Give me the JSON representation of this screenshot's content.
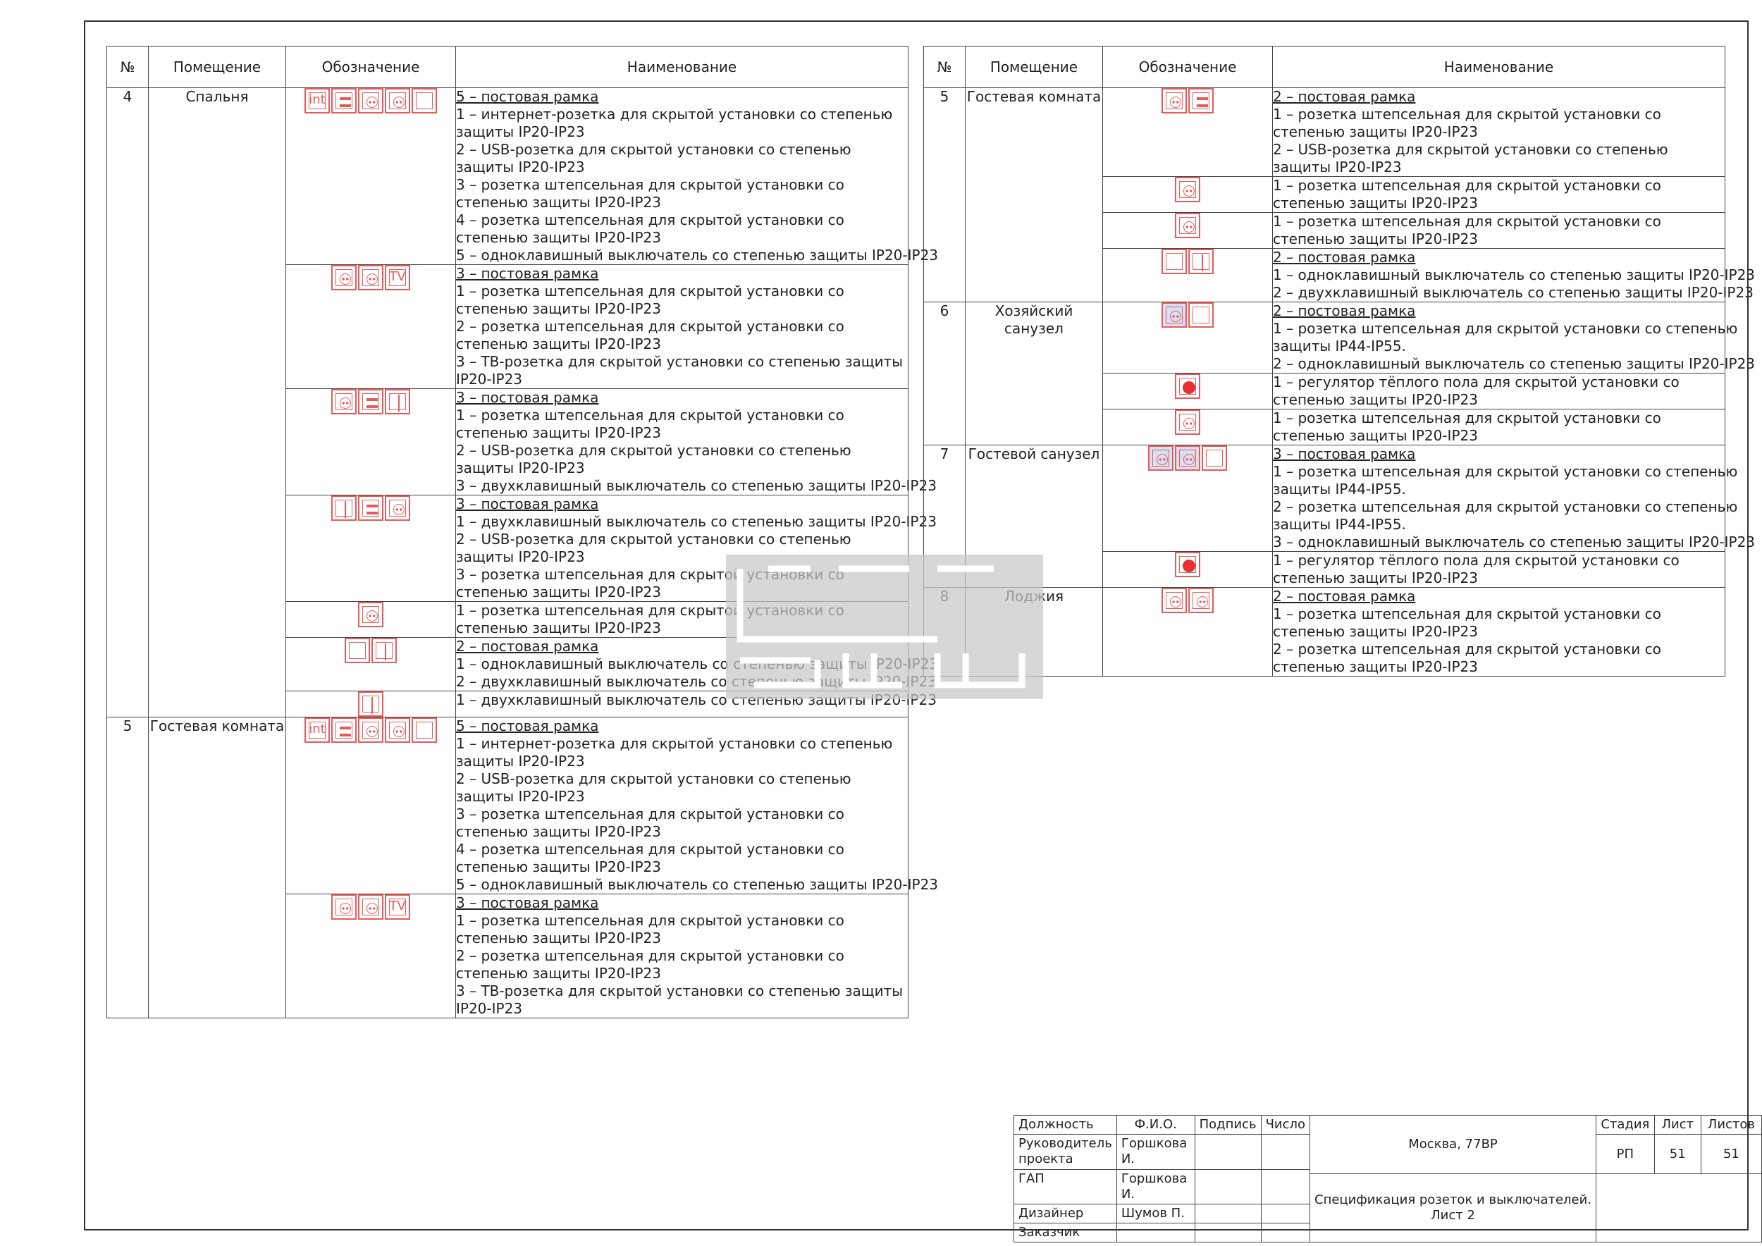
{
  "headers": {
    "num": "№",
    "room": "Помещение",
    "sym": "Обозначение",
    "name": "Наименование"
  },
  "left": [
    {
      "num": "4",
      "room": "Спальня",
      "items": [
        {
          "sym": [
            "int",
            "usb",
            "sock",
            "sock",
            "sw1"
          ],
          "lines": [
            "5 – постовая рамка",
            "1 – интернет-розетка для скрытой установки со степенью",
            "защиты IP20-IP23",
            "2 – USB-розетка для скрытой установки со степенью",
            "защиты IP20-IP23",
            "3 – розетка штепсельная для скрытой установки со",
            "степенью защиты IP20-IP23",
            "4 – розетка штепсельная для скрытой установки со",
            "степенью защиты IP20-IP23",
            "5 – одноклавишный выключатель со степенью защиты IP20-IP23"
          ]
        },
        {
          "sym": [
            "sock",
            "sock",
            "tv"
          ],
          "lines": [
            "3 – постовая рамка",
            "1 – розетка штепсельная для скрытой установки со",
            "степенью защиты IP20-IP23",
            "2 – розетка штепсельная для скрытой установки со",
            "степенью защиты IP20-IP23",
            "3 – ТВ-розетка для скрытой установки со степенью защиты",
            "IP20-IP23"
          ]
        },
        {
          "sym": [
            "sock",
            "usb",
            "sw2"
          ],
          "lines": [
            "3 – постовая рамка",
            "1 – розетка штепсельная для скрытой установки со",
            "степенью защиты IP20-IP23",
            "2 – USB-розетка для скрытой установки со степенью",
            "защиты IP20-IP23",
            "3 – двухклавишный выключатель со степенью защиты IP20-IP23"
          ]
        },
        {
          "sym": [
            "sw2",
            "usb",
            "sock"
          ],
          "lines": [
            "3 – постовая рамка",
            "1 – двухклавишный выключатель со степенью защиты IP20-IP23",
            "2 – USB-розетка для скрытой установки со степенью",
            "защиты IP20-IP23",
            "3 – розетка штепсельная для скрытой установки со",
            "степенью защиты IP20-IP23"
          ]
        },
        {
          "sym": [
            "sock"
          ],
          "lines": [
            "1 – розетка штепсельная для скрытой установки со",
            "степенью защиты IP20-IP23"
          ]
        },
        {
          "sym": [
            "sw1",
            "sw2"
          ],
          "lines": [
            "2 – постовая рамка",
            "1 – одноклавишный выключатель со степенью защиты IP20-IP23",
            "2 – двухклавишный выключатель со степенью защиты IP20-IP23"
          ]
        },
        {
          "sym": [
            "sw2"
          ],
          "lines": [
            "1 – двухклавишный выключатель со степенью защиты IP20-IP23"
          ]
        }
      ]
    },
    {
      "num": "5",
      "room": "Гостевая комната",
      "items": [
        {
          "sym": [
            "int",
            "usb",
            "sock",
            "sock",
            "sw1"
          ],
          "lines": [
            "5 – постовая рамка",
            "1 – интернет-розетка для скрытой установки со степенью",
            "защиты IP20-IP23",
            "2 – USB-розетка для скрытой установки со степенью",
            "защиты IP20-IP23",
            "3 – розетка штепсельная для скрытой установки со",
            "степенью защиты IP20-IP23",
            "4 – розетка штепсельная для скрытой установки со",
            "степенью защиты IP20-IP23",
            "5 – одноклавишный выключатель со степенью защиты IP20-IP23"
          ]
        },
        {
          "sym": [
            "sock",
            "sock",
            "tv"
          ],
          "lines": [
            "3 – постовая рамка",
            "1 – розетка штепсельная для скрытой установки со",
            "степенью защиты IP20-IP23",
            "2 – розетка штепсельная для скрытой установки со",
            "степенью защиты IP20-IP23",
            "3 – ТВ-розетка для скрытой установки со степенью защиты",
            "IP20-IP23"
          ]
        }
      ]
    }
  ],
  "right": [
    {
      "num": "5",
      "room": "Гостевая комната",
      "items": [
        {
          "sym": [
            "sock",
            "usb"
          ],
          "lines": [
            "2 – постовая рамка",
            "1 – розетка штепсельная для скрытой установки со",
            "степенью защиты IP20-IP23",
            "2 – USB-розетка для скрытой установки со степенью",
            "защиты IP20-IP23"
          ]
        },
        {
          "sym": [
            "sock"
          ],
          "lines": [
            "1 – розетка штепсельная для скрытой установки со",
            "степенью защиты IP20-IP23"
          ]
        },
        {
          "sym": [
            "sock"
          ],
          "lines": [
            "1 – розетка штепсельная для скрытой установки со",
            "степенью защиты IP20-IP23"
          ]
        },
        {
          "sym": [
            "sw1",
            "sw2"
          ],
          "lines": [
            "2 – постовая рамка",
            "1 – одноклавишный выключатель со степенью защиты IP20-IP23",
            "2 – двухклавишный выключатель со степенью защиты IP20-IP23"
          ]
        }
      ]
    },
    {
      "num": "6",
      "room": "Хозяйский санузел",
      "items": [
        {
          "sym": [
            "sockblue",
            "sw1"
          ],
          "lines": [
            "2 – постовая рамка",
            "1 – розетка штепсельная для скрытой установки со степенью",
            "защиты IP44-IP55.",
            "2 – одноклавишный выключатель со степенью защиты IP20-IP23"
          ]
        },
        {
          "sym": [
            "therm"
          ],
          "lines": [
            "1 – регулятор тёплого пола для скрытой установки со",
            "степенью защиты IP20-IP23"
          ]
        },
        {
          "sym": [
            "sock"
          ],
          "lines": [
            "1 – розетка штепсельная для скрытой установки со",
            "степенью защиты IP20-IP23"
          ]
        }
      ]
    },
    {
      "num": "7",
      "room": "Гостевой санузел",
      "items": [
        {
          "sym": [
            "sockblue",
            "sockblue",
            "sw1"
          ],
          "lines": [
            "3 – постовая рамка",
            "1 – розетка штепсельная для скрытой установки со степенью",
            "защиты IP44-IP55.",
            "2 – розетка штепсельная для скрытой установки со степенью",
            "защиты IP44-IP55.",
            "3 – одноклавишный выключатель со степенью защиты IP20-IP23"
          ]
        },
        {
          "sym": [
            "therm"
          ],
          "lines": [
            "1 – регулятор тёплого пола для скрытой установки со",
            "степенью защиты IP20-IP23"
          ]
        }
      ]
    },
    {
      "num": "8",
      "room": "Лоджия",
      "items": [
        {
          "sym": [
            "sock",
            "sock"
          ],
          "lines": [
            "2 – постовая рамка",
            "1 – розетка штепсельная для скрытой установки со",
            "степенью защиты IP20-IP23",
            "2 – розетка штепсельная для скрытой установки со",
            "степенью защиты IP20-IP23"
          ]
        }
      ]
    }
  ],
  "symbol_labels": {
    "int": "int",
    "tv": "TV"
  },
  "colors": {
    "symbol": "#e85a5a",
    "wet": "#d7e0f3",
    "thermostat": "#e83030"
  },
  "stamp": {
    "h_role": "Должность",
    "h_name": "Ф.И.О.",
    "h_sign": "Подпись",
    "h_date": "Число",
    "r1_role": "Руководитель проекта",
    "r1_name": "Горшкова И.",
    "r2_role": "ГАП",
    "r2_name": "Горшкова И.",
    "r3_role": "Дизайнер",
    "r3_name": "Шумов П.",
    "r4_role": "Заказчик",
    "location": "Москва, 77ВР",
    "h_stage": "Стадия",
    "h_sheet": "Лист",
    "h_sheets": "Листов",
    "stage": "РП",
    "sheet": "51",
    "sheets": "51",
    "title_line1": "Спецификация розеток и выключателей.",
    "title_line2": "Лист 2"
  }
}
